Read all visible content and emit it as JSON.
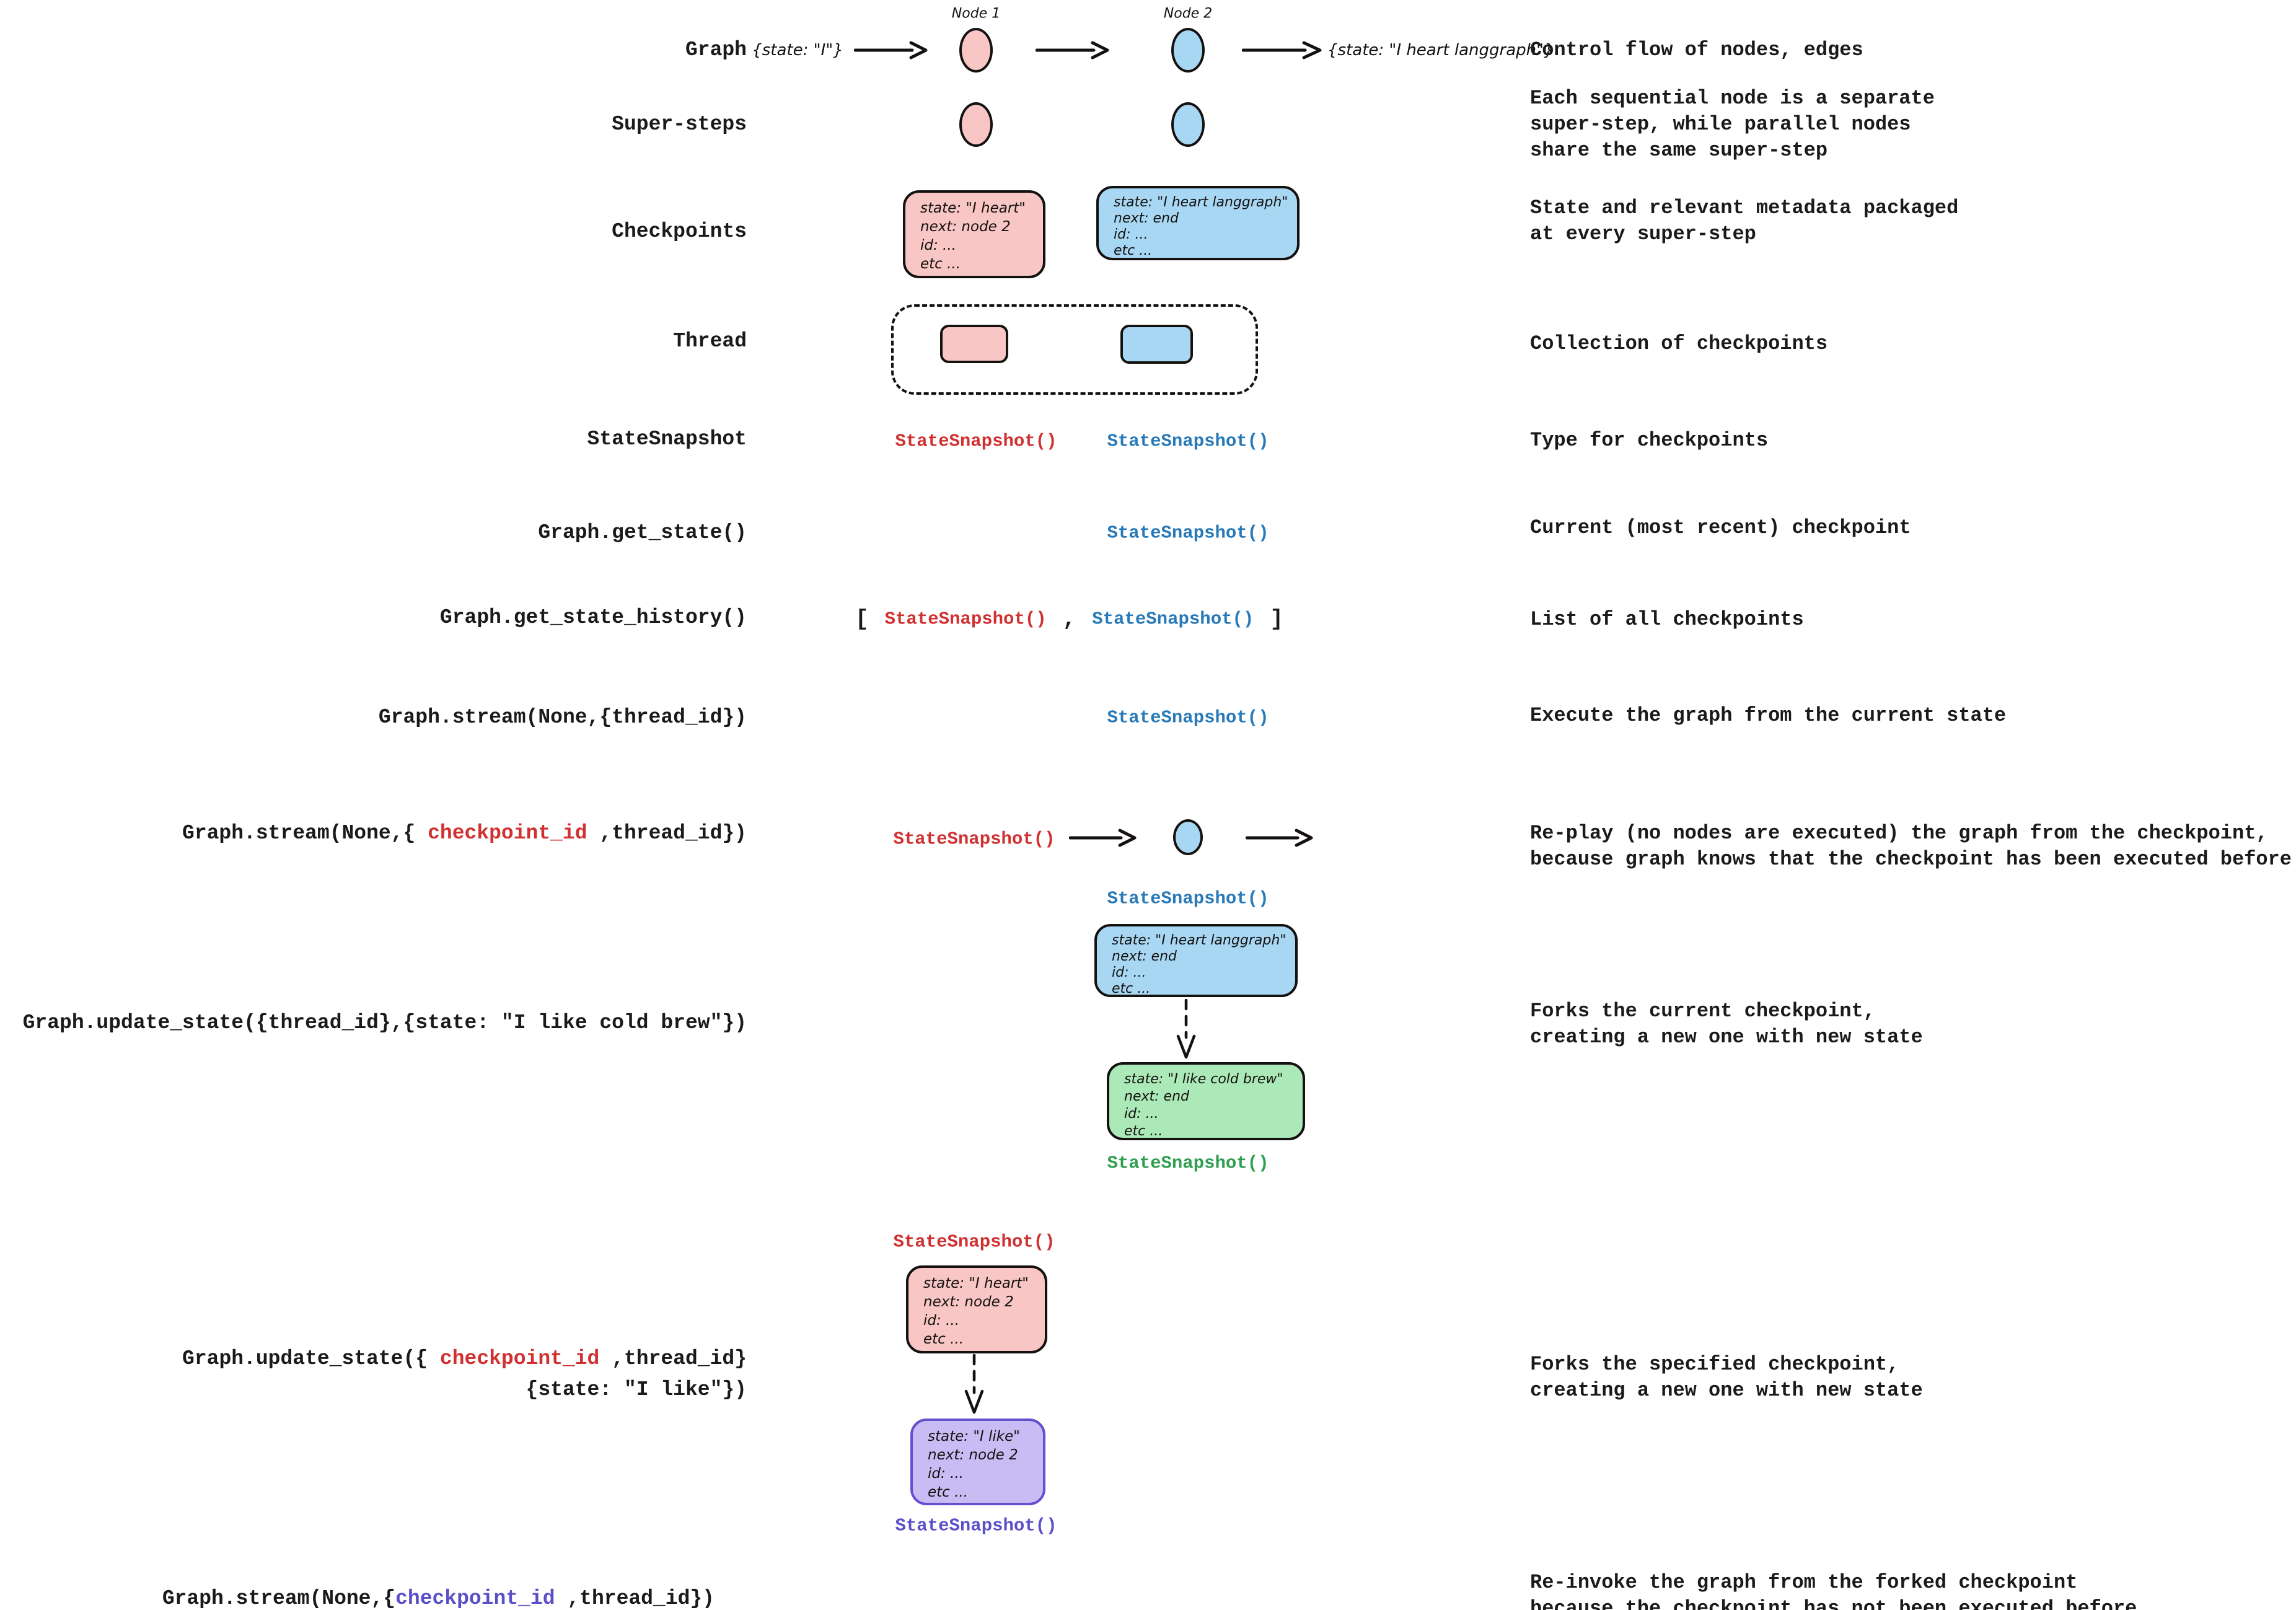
{
  "colors": {
    "ink": "#1a1a1a",
    "red_code": "#d13030",
    "blue_code": "#2779b8",
    "green_code": "#2e9e4f",
    "purple_code": "#5b4fc9",
    "pink_fill": "#f7c6c5",
    "blue_fill": "#a8d7f4",
    "green_fill": "#abe9b8",
    "purple_fill": "#c9bcf4",
    "purple_stroke": "#6550d0"
  },
  "code": {
    "state_snapshot": "StateSnapshot()",
    "bracket_open": "[",
    "comma": ",",
    "bracket_close": "]"
  },
  "graph_flow": {
    "input": "{state: \"I\"}",
    "node1": "Node 1",
    "node2": "Node 2",
    "output": "{state: \"I heart langgraph\"}"
  },
  "rows": {
    "graph": {
      "label": "Graph",
      "desc": "Control flow of nodes, edges"
    },
    "super_steps": {
      "label": "Super-steps",
      "desc": "Each sequential node is a separate\nsuper-step, while parallel nodes\nshare the same super-step"
    },
    "checkpoints": {
      "label": "Checkpoints",
      "desc": "State and relevant metadata packaged\nat every super-step"
    },
    "thread": {
      "label": "Thread",
      "desc": "Collection of checkpoints"
    },
    "state_snapshot": {
      "label": "StateSnapshot",
      "desc": "Type for checkpoints"
    },
    "get_state": {
      "label": "Graph.get_state()",
      "desc": "Current (most recent) checkpoint"
    },
    "get_state_history": {
      "label": "Graph.get_state_history()",
      "desc": "List of all checkpoints"
    },
    "stream_thread": {
      "label": "Graph.stream(None,{thread_id})",
      "desc": "Execute the graph from the current state"
    },
    "stream_checkpoint": {
      "label_pre": "Graph.stream(None,{ ",
      "label_arg": "checkpoint_id",
      "label_post": " ,thread_id})",
      "desc": "Re-play (no nodes are executed) the graph from the checkpoint,\nbecause graph knows that the checkpoint has been executed before"
    },
    "update_state_thread": {
      "label": "Graph.update_state({thread_id},{state: \"I like cold brew\"})",
      "desc": "Forks the current checkpoint,\ncreating a new one with new state"
    },
    "update_state_checkpoint": {
      "label_pre": "Graph.update_state({ ",
      "label_arg": "checkpoint_id",
      "label_post": " ,thread_id}",
      "label_line2": "{state: \"I like\"})",
      "desc": "Forks the specified checkpoint,\ncreating a new one with new state"
    },
    "stream_forked": {
      "label_pre": "Graph.stream(None,{",
      "label_arg": "checkpoint_id",
      "label_post": " ,thread_id})",
      "desc": "Re-invoke the graph from the forked checkpoint\nbecause the checkpoint has not been executed before"
    }
  },
  "cards": {
    "checkpoint_pink": [
      "state: \"I heart\"",
      "next: node 2",
      "id: ...",
      "etc ..."
    ],
    "checkpoint_blue": [
      "state: \"I heart langgraph\"",
      "next: end",
      "id: ...",
      "etc ..."
    ],
    "replay_blue": [
      "state: \"I heart langgraph\"",
      "next: end",
      "id: ...",
      "etc ..."
    ],
    "fork_green": [
      "state: \"I like cold brew\"",
      "next: end",
      "id: ...",
      "etc ..."
    ],
    "fork_pink": [
      "state: \"I heart\"",
      "next: node 2",
      "id: ...",
      "etc ..."
    ],
    "fork_purple": [
      "state: \"I like\"",
      "next: node 2",
      "id: ...",
      "etc ..."
    ]
  }
}
